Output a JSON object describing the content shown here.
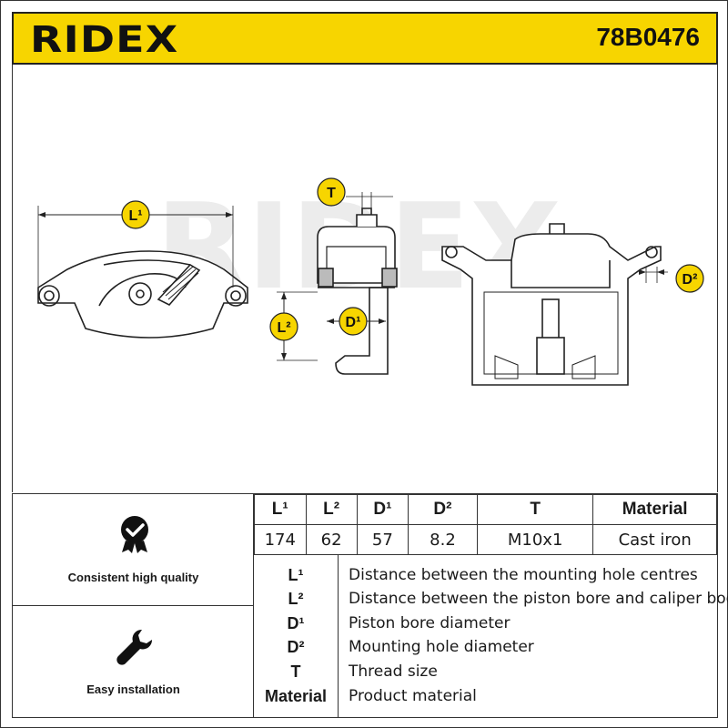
{
  "brand": {
    "logo": "RIDEX",
    "part_number": "78B0476",
    "accent_color": "#f7d500"
  },
  "drawing": {
    "watermark": "RIDEX",
    "labels": {
      "L1": "L¹",
      "L2": "L²",
      "D1": "D¹",
      "D2": "D²",
      "T": "T"
    }
  },
  "features": [
    {
      "icon": "quality-check-icon",
      "label": "Consistent high quality"
    },
    {
      "icon": "wrench-icon",
      "label": "Easy installation"
    }
  ],
  "spec_table": {
    "headers": [
      "L¹",
      "L²",
      "D¹",
      "D²",
      "T",
      "Material"
    ],
    "values": [
      "174",
      "62",
      "57",
      "8.2",
      "M10x1",
      "Cast iron"
    ]
  },
  "legend": [
    {
      "key": "L¹",
      "desc": "Distance between the mounting hole centres"
    },
    {
      "key": "L²",
      "desc": "Distance between the piston bore and caliper body"
    },
    {
      "key": "D¹",
      "desc": "Piston bore diameter"
    },
    {
      "key": "D²",
      "desc": "Mounting hole diameter"
    },
    {
      "key": "T",
      "desc": "Thread size"
    },
    {
      "key": "Material",
      "desc": "Product material"
    }
  ]
}
